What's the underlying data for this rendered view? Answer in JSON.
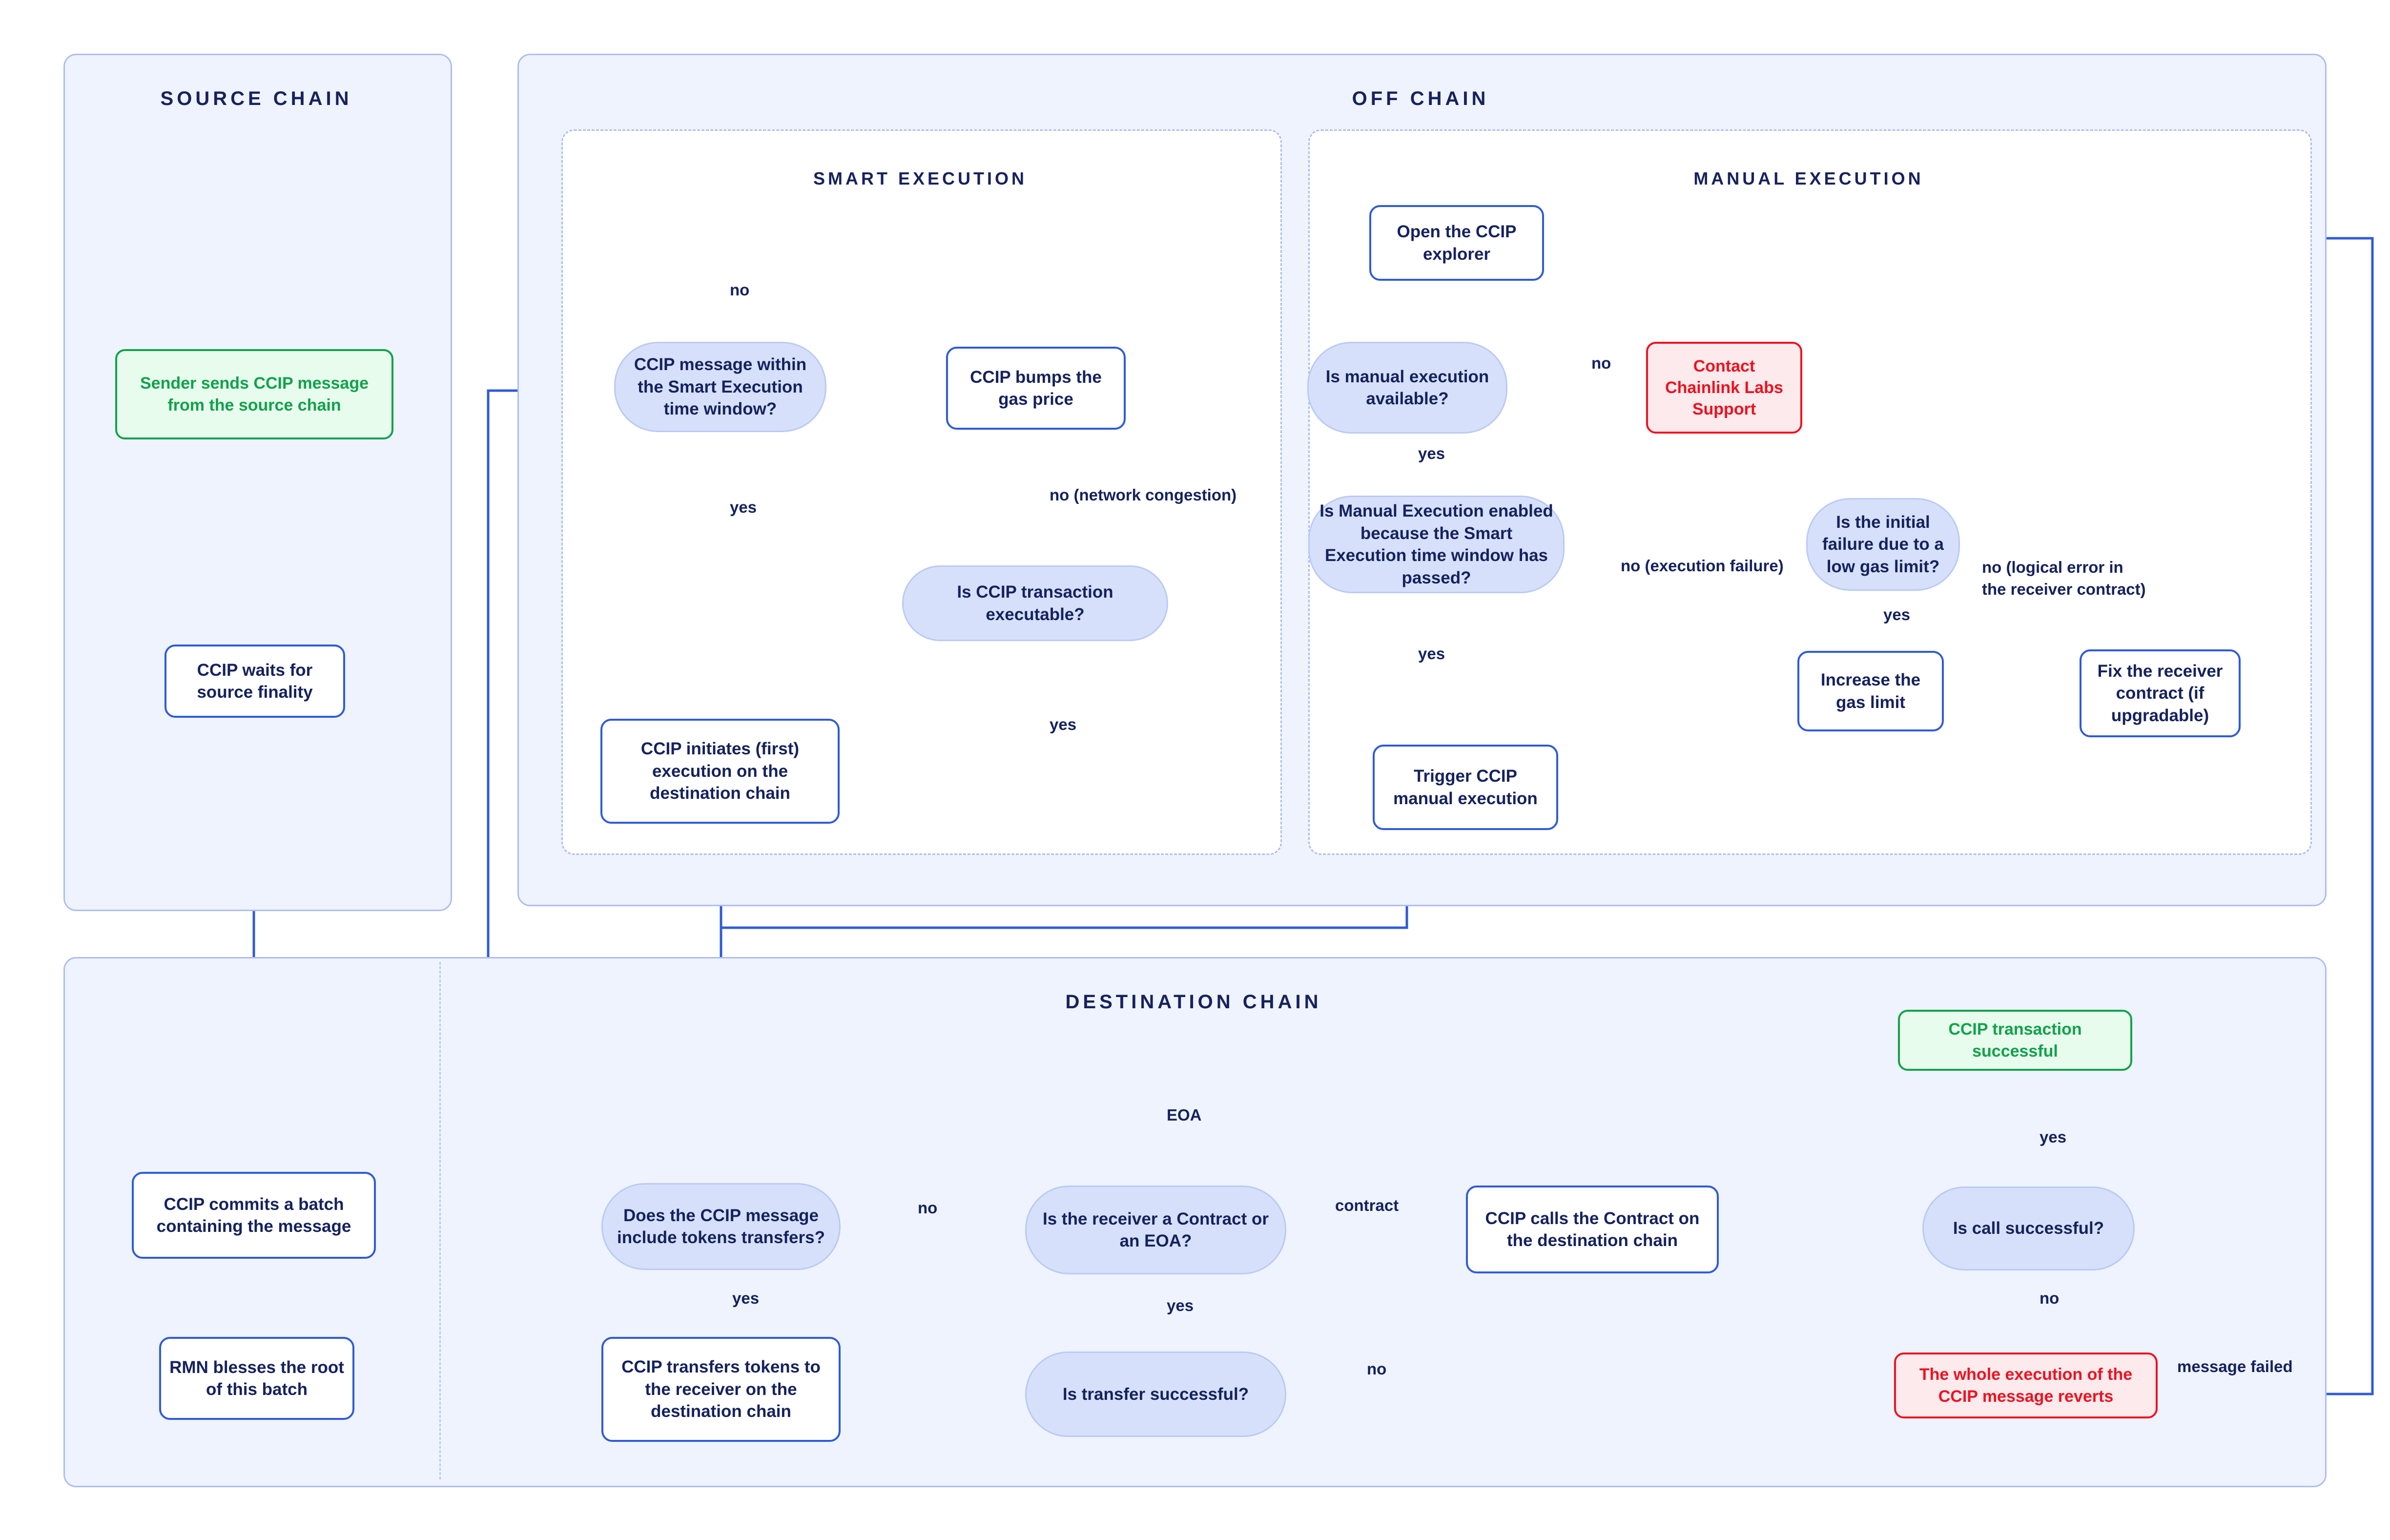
{
  "lanes": {
    "source_chain": {
      "title": "SOURCE CHAIN"
    },
    "off_chain": {
      "title": "OFF CHAIN"
    },
    "smart_execution": {
      "title": "SMART EXECUTION"
    },
    "manual_execution": {
      "title": "MANUAL EXECUTION"
    },
    "destination_chain": {
      "title": "DESTINATION CHAIN"
    }
  },
  "nodes": {
    "sender_sends": "Sender sends CCIP message from the source chain",
    "waits_finality": "CCIP waits for source finality",
    "commits_batch": "CCIP commits a batch containing the message",
    "rmn_blesses": "RMN blesses the root of this batch",
    "within_window": "CCIP message within the Smart Execution time window?",
    "bumps_gas": "CCIP bumps the gas price",
    "is_executable": "Is CCIP transaction executable?",
    "initiates_execution": "CCIP initiates (first) execution on the destination chain",
    "open_explorer": "Open the CCIP explorer",
    "manual_available": "Is manual execution available?",
    "contact_support": "Contact Chainlink Labs Support",
    "manual_enabled": "Is Manual Execution enabled because the Smart Execution time window has passed?",
    "initial_failure": "Is the initial failure due to a low gas limit?",
    "increase_gas": "Increase the gas limit",
    "fix_receiver": "Fix the receiver contract (if upgradable)",
    "trigger_manual": "Trigger CCIP manual execution",
    "include_tokens": "Does the CCIP message include tokens transfers?",
    "transfers_tokens": "CCIP transfers tokens to the receiver on the destination chain",
    "transfer_successful": "Is transfer successful?",
    "receiver_type": "Is the receiver a Contract or an EOA?",
    "calls_contract": "CCIP calls the Contract on the destination chain",
    "call_successful": "Is call successful?",
    "tx_successful": "CCIP transaction successful",
    "reverts": "The whole execution of the CCIP message reverts"
  },
  "edge_labels": {
    "within_window_no": "no",
    "within_window_yes": "yes",
    "executable_no": "no (network congestion)",
    "executable_yes": "yes",
    "manual_available_no": "no",
    "manual_available_yes": "yes",
    "manual_enabled_no": "no (execution failure)",
    "manual_enabled_yes": "yes",
    "initial_failure_yes": "yes",
    "initial_failure_no": "no (logical error in the receiver contract)",
    "include_tokens_no": "no",
    "include_tokens_yes": "yes",
    "transfer_successful_yes": "yes",
    "transfer_successful_no": "no",
    "receiver_eoa": "EOA",
    "receiver_contract": "contract",
    "call_successful_yes": "yes",
    "call_successful_no": "no",
    "message_failed": "message failed"
  },
  "colors": {
    "lane_border": "#aebdf0",
    "lane_fill": "#eef3fd",
    "process_border": "#2f5bd7",
    "decision_fill": "#d7e0fa",
    "decision_border": "#b9caf4",
    "text_navy": "#15225e",
    "success_green": "#11a24a",
    "error_red": "#ee1220",
    "wire": "#2f5bd7"
  }
}
